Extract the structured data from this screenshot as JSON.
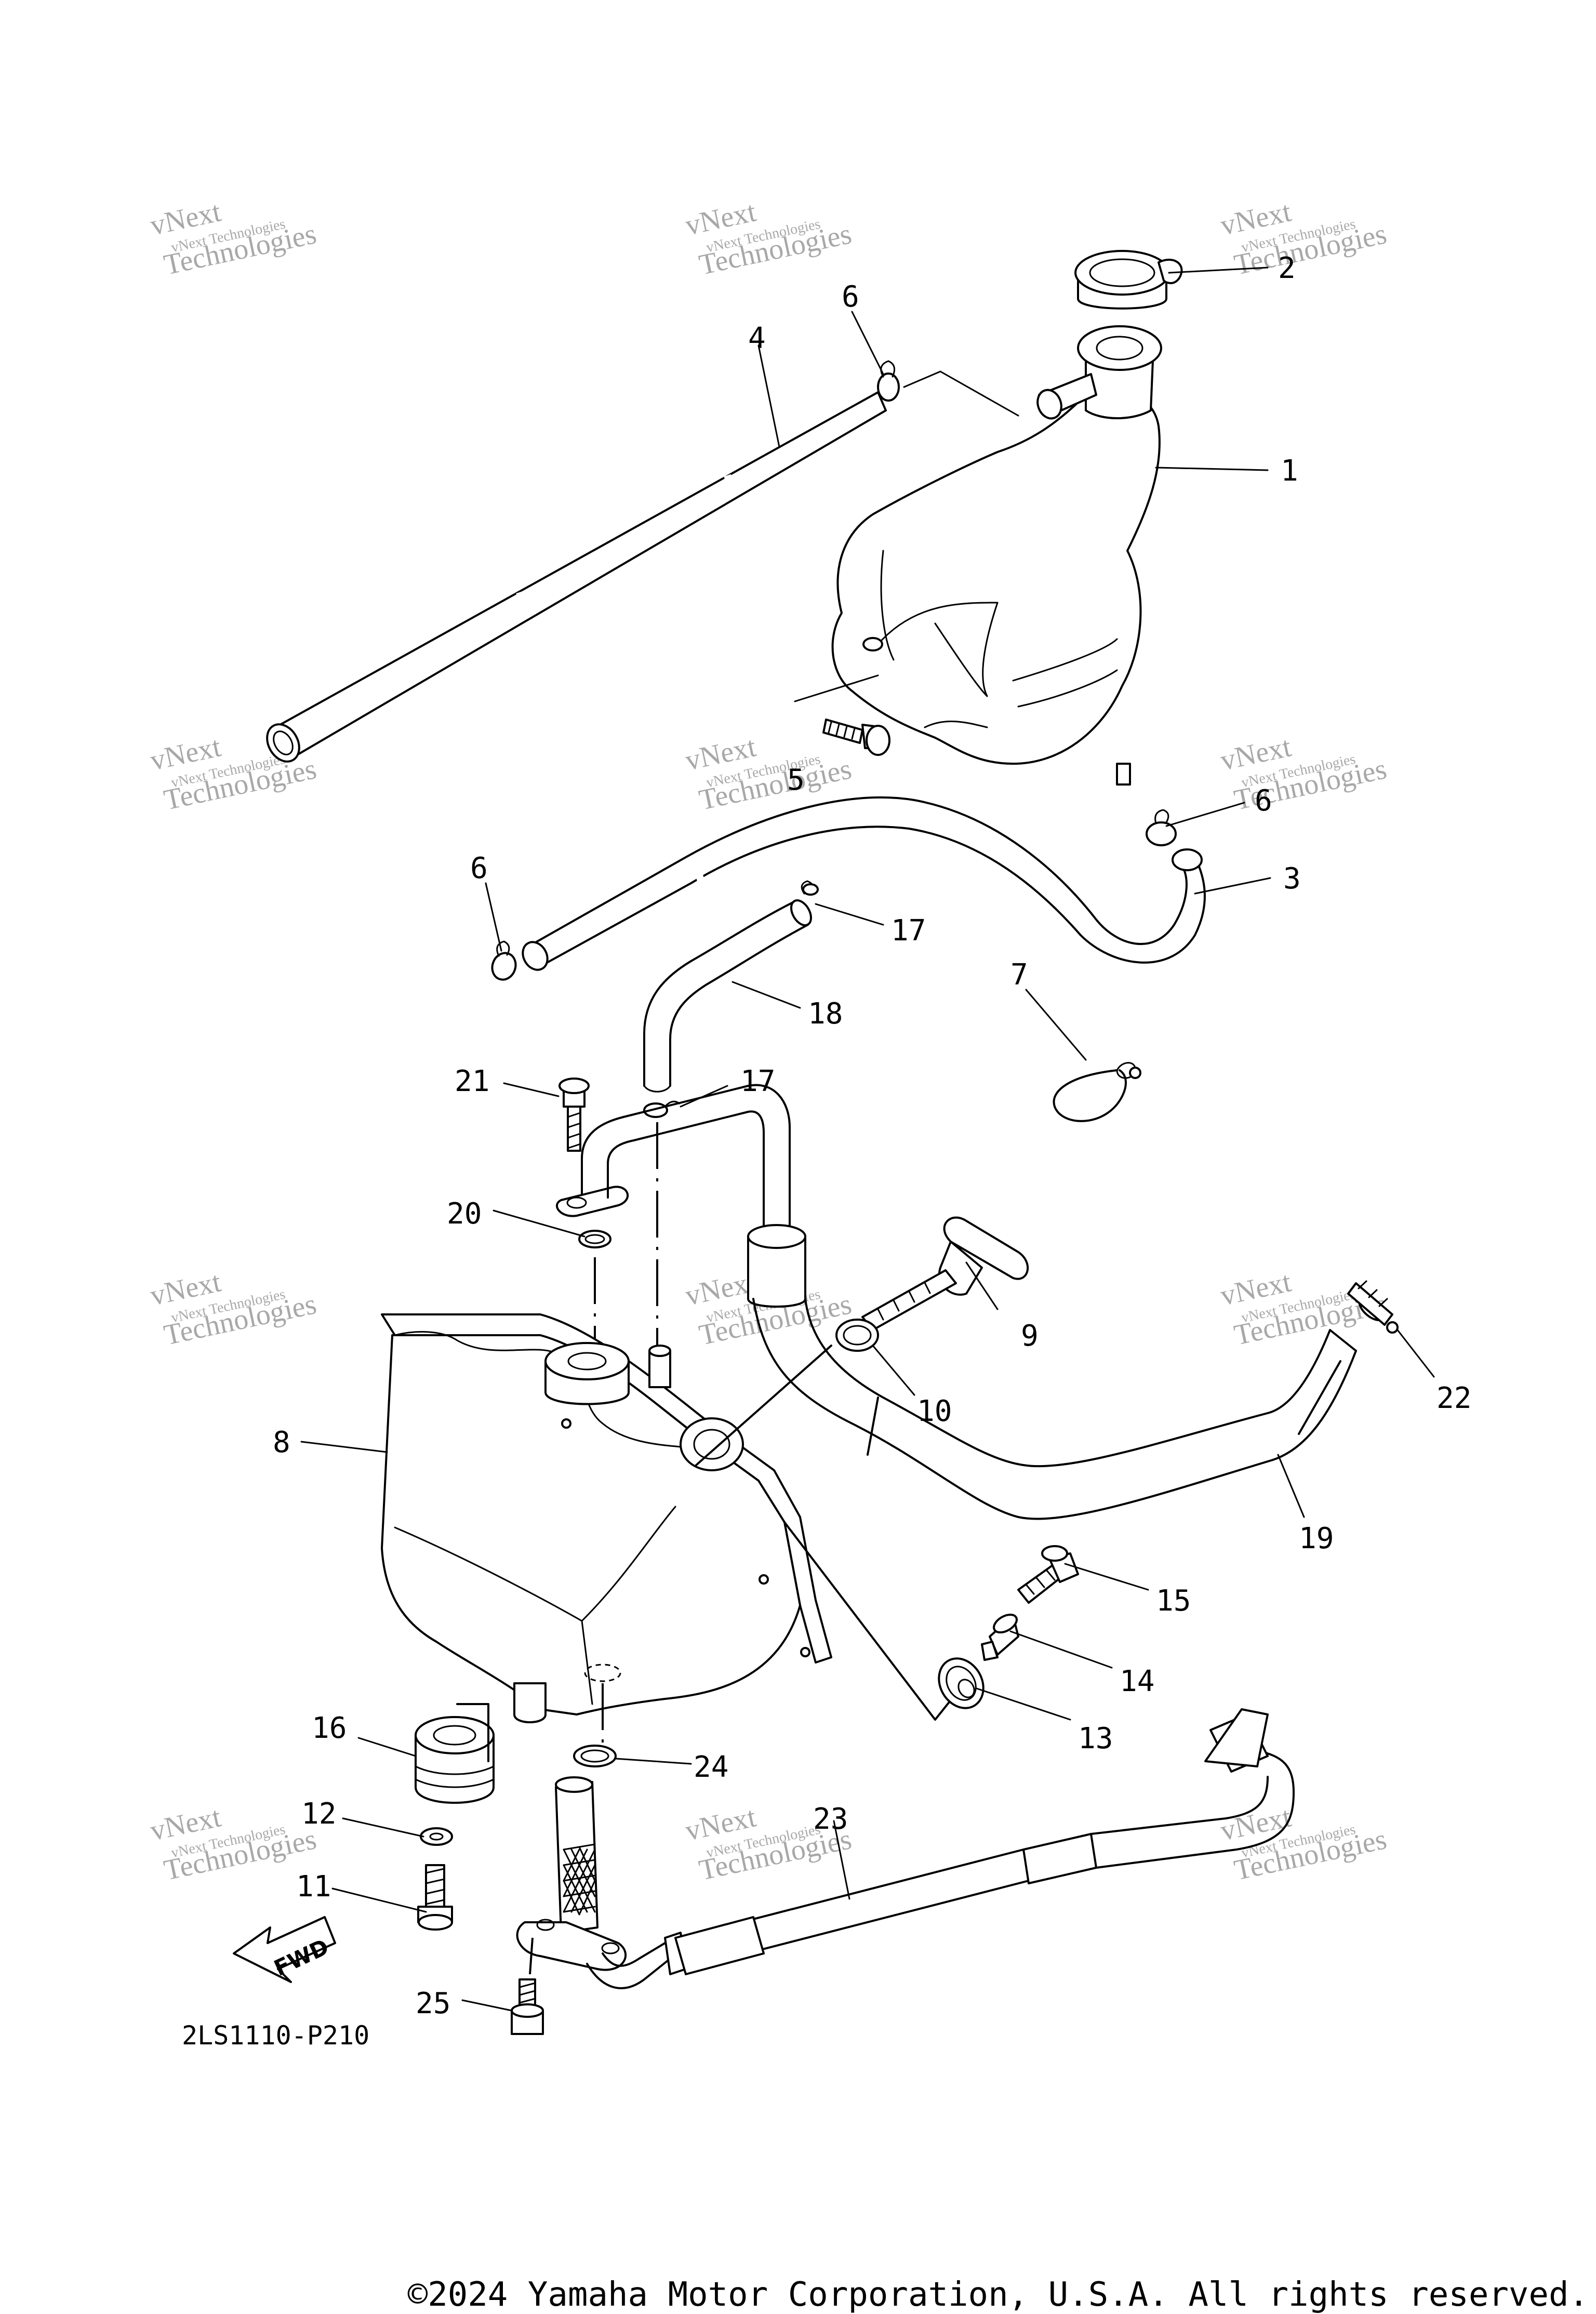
{
  "diagram": {
    "code": "2LS1110-P210",
    "fwd_label": "FWD",
    "callouts": [
      {
        "id": "c1",
        "text": "1"
      },
      {
        "id": "c2",
        "text": "2"
      },
      {
        "id": "c3",
        "text": "3"
      },
      {
        "id": "c4",
        "text": "4"
      },
      {
        "id": "c5",
        "text": "5"
      },
      {
        "id": "c6a",
        "text": "6"
      },
      {
        "id": "c6b",
        "text": "6"
      },
      {
        "id": "c6c",
        "text": "6"
      },
      {
        "id": "c7",
        "text": "7"
      },
      {
        "id": "c8",
        "text": "8"
      },
      {
        "id": "c9",
        "text": "9"
      },
      {
        "id": "c10",
        "text": "10"
      },
      {
        "id": "c11",
        "text": "11"
      },
      {
        "id": "c12",
        "text": "12"
      },
      {
        "id": "c13",
        "text": "13"
      },
      {
        "id": "c14",
        "text": "14"
      },
      {
        "id": "c15",
        "text": "15"
      },
      {
        "id": "c16",
        "text": "16"
      },
      {
        "id": "c17a",
        "text": "17"
      },
      {
        "id": "c17b",
        "text": "17"
      },
      {
        "id": "c18",
        "text": "18"
      },
      {
        "id": "c19",
        "text": "19"
      },
      {
        "id": "c20",
        "text": "20"
      },
      {
        "id": "c21",
        "text": "21"
      },
      {
        "id": "c22",
        "text": "22"
      },
      {
        "id": "c23",
        "text": "23"
      },
      {
        "id": "c24",
        "text": "24"
      },
      {
        "id": "c25",
        "text": "25"
      }
    ]
  },
  "watermark": {
    "line1": "vNext Technologies",
    "line2": "vNext",
    "line3": "Technologies",
    "color": "#9a9a9a"
  },
  "footer": {
    "copyright": "©2024 Yamaha Motor Corporation, U.S.A. All rights reserved."
  }
}
